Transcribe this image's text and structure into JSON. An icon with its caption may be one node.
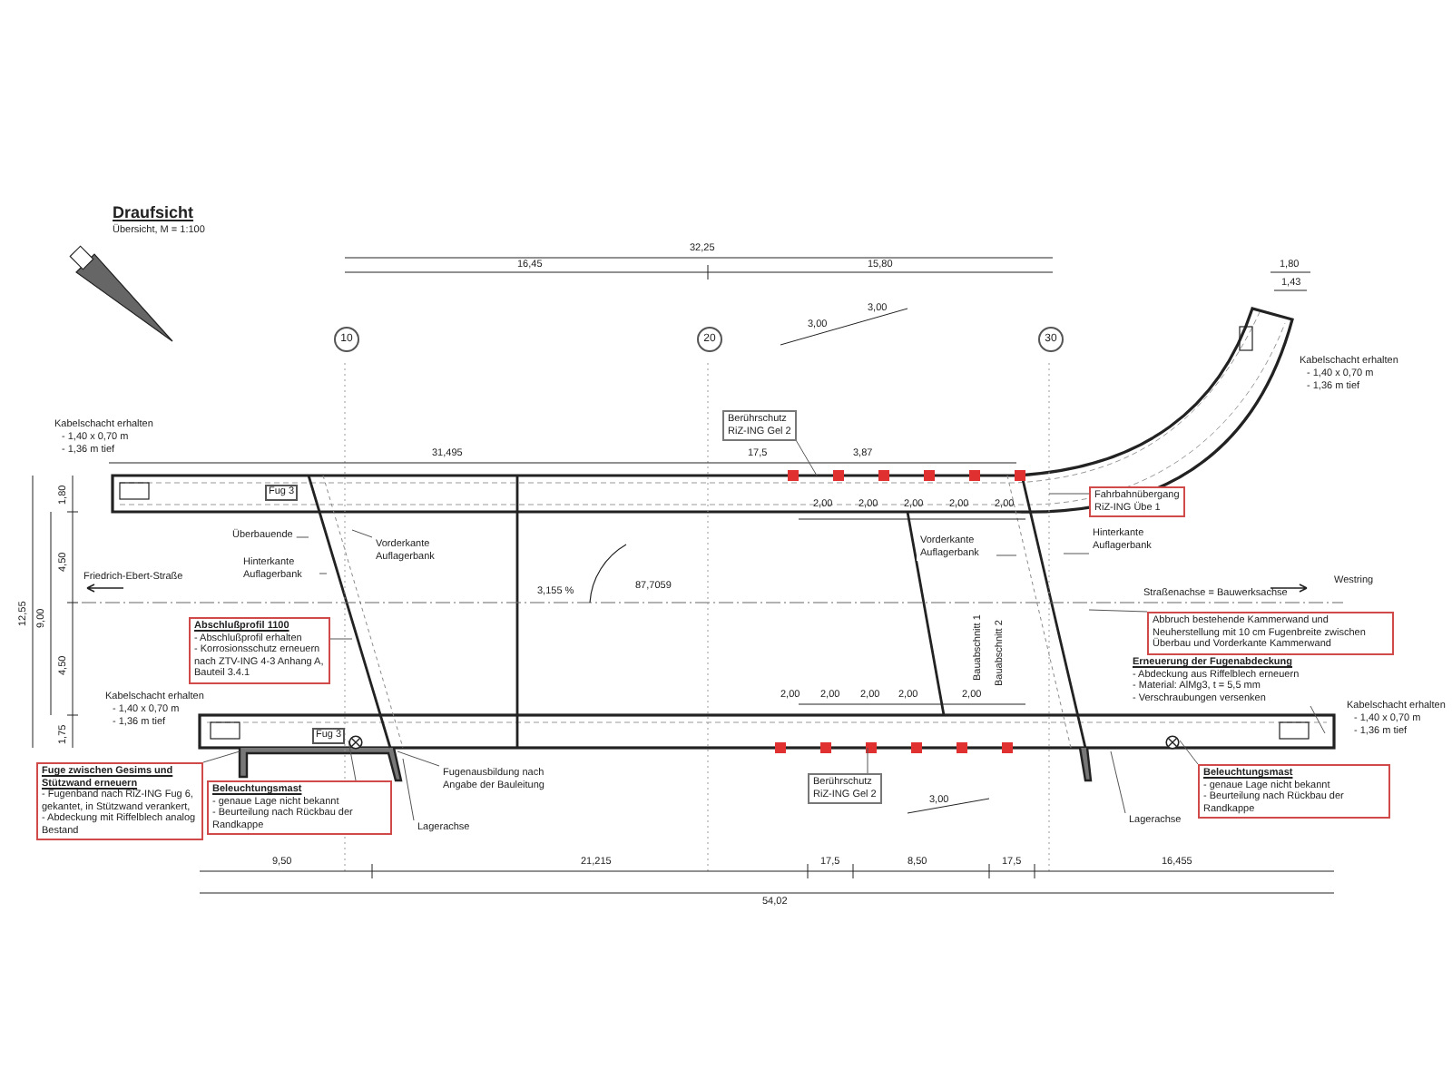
{
  "diagram": {
    "title": "Draufsicht",
    "nodes": [
      {
        "text": [
          "Berührschutz",
          "RiZ-ING Gel 2"
        ]
      },
      {
        "text": [
          "Fahrbahnübergang",
          "RiZ-ING Übe 1"
        ]
      },
      {
        "text": [
          "Überbauende"
        ]
      },
      {
        "text": [
          "Hinterkante Auflagerbank"
        ]
      },
      {
        "text": [
          "Vorderkante Auflagerbank"
        ]
      },
      {
        "text": [
          "Vorderkante Auflagerbank"
        ]
      },
      {
        "text": [
          "Hinterkante Auflagerbank"
        ]
      },
      {
        "text": [
          "Abschlußprofil 1100",
          "- Abschlußprofil erhalten",
          "- Korrosionsschutz erneuern nach ZTV-ING 4-3 Anhang A, Bauteil 3.4.1"
        ]
      },
      {
        "text": [
          "Fuge zwischen Gesims und Stützwand erneuern",
          "- Fugenband nach RiZ-ING Fug 6, gekantet, in Stützwand verankert,",
          "- Abdeckung mit Riffelblech analog Bestand"
        ]
      },
      {
        "text": [
          "Beleuchtungsmast",
          "- genaue Lage nicht bekannt",
          "- Beurteilung nach Rückbau der Randkappe"
        ]
      },
      {
        "text": [
          "Fugenausbildung nach Angabe der Bauleitung"
        ]
      },
      {
        "text": [
          "Lagerachse"
        ]
      },
      {
        "text": [
          "Berührschutz",
          "RiZ-ING Gel 2"
        ]
      },
      {
        "text": [
          "Abbruch bestehende Kammerwand und Neuherstellung mit 10 cm Fugenbreite zwischen Überbau und Vorderkante Kammerwand"
        ]
      },
      {
        "text": [
          "Erneuerung der Fugenabdeckung",
          "- Abdeckung aus Riffelblech erneuern",
          "- Material: AlMg3, t = 5,5 mm",
          "- Verschraubungen versenken"
        ]
      },
      {
        "text": [
          "Beleuchtungsmast",
          "- genaue Lage nicht bekannt",
          "- Beurteilung nach Rückbau der Randkappe"
        ]
      },
      {
        "text": [
          "Lagerachse"
        ]
      },
      {
        "text": [],
        "shape": "circle"
      },
      {
        "text": [],
        "shape": "circle"
      }
    ],
    "edges": [
      {
        "from": 0,
        "to": null,
        "arrow": "none"
      },
      {
        "from": 1,
        "to": null,
        "arrow": "none"
      },
      {
        "from": 2,
        "to": null,
        "arrow": "none"
      },
      {
        "from": 3,
        "to": null,
        "arrow": "none"
      },
      {
        "from": 4,
        "to": null,
        "arrow": "none"
      },
      {
        "from": 5,
        "to": null,
        "arrow": "none"
      },
      {
        "from": 6,
        "to": null,
        "arrow": "none"
      },
      {
        "from": 7,
        "to": null,
        "arrow": "none"
      },
      {
        "from": 8,
        "to": null,
        "arrow": "none"
      },
      {
        "from": 9,
        "to": 17,
        "arrow": "none"
      },
      {
        "from": 10,
        "to": null,
        "arrow": "none"
      },
      {
        "from": 11,
        "to": null,
        "arrow": "none"
      },
      {
        "from": 12,
        "to": null,
        "arrow": "none"
      },
      {
        "from": 13,
        "to": null,
        "arrow": "none"
      },
      {
        "from": 14,
        "to": null,
        "arrow": "none"
      },
      {
        "from": 15,
        "to": 18,
        "arrow": "none"
      },
      {
        "from": 16,
        "to": null,
        "arrow": "none"
      }
    ],
    "labels": [
      "Übersicht, M = 1:100",
      "32,25",
      "16,45",
      "15,80",
      "10",
      "20",
      "30",
      "1,80",
      "1,43",
      "3,00",
      "3,00",
      "Kabelschacht erhalten",
      "- 1,40 x 0,70 m",
      "- 1,36 m tief",
      "31,495",
      "17,5",
      "3,87",
      "Fug 3",
      "2,00",
      "2,00",
      "2,00",
      "2,00",
      "2,00",
      "Friedrich-Ebert-Straße",
      "3,155 %",
      "87,7059",
      "Straßenachse = Bauwerksachse",
      "Westring",
      "Bauabschnitt 1",
      "Bauabschnitt 2",
      "12,55",
      "9,00",
      "4,50",
      "4,50",
      "1,80",
      "1,75",
      "Kabelschacht erhalten",
      "- 1,40 x 0,70 m",
      "- 1,36 m tief",
      "Fug 3",
      "2,00",
      "2,00",
      "2,00",
      "2,00",
      "2,00",
      "Kabelschacht erhalten",
      "- 1,40 x 0,70 m",
      "- 1,36 m tief",
      "9,50",
      "21,215",
      "17,5",
      "8,50",
      "17,5",
      "16,455",
      "54,02",
      "3,00",
      "Kabelschacht erhalten",
      "- 1,40 x 0,70 m",
      "- 1,36 m tief"
    ]
  }
}
